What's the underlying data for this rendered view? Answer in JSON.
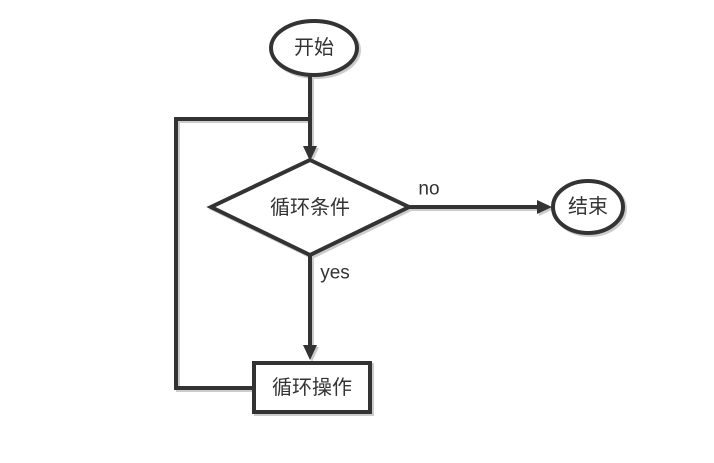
{
  "diagram": {
    "type": "flowchart",
    "background_color": "#ffffff",
    "stroke_color": "#333333",
    "text_color": "#333333",
    "shadow_color": "#cccccc",
    "nodes": [
      {
        "id": "start",
        "shape": "ellipse",
        "label": "开始"
      },
      {
        "id": "loop-condition",
        "shape": "diamond",
        "label": "循环条件"
      },
      {
        "id": "loop-operation",
        "shape": "rectangle",
        "label": "循环操作"
      },
      {
        "id": "end",
        "shape": "ellipse",
        "label": "结束"
      }
    ],
    "edges": [
      {
        "from": "start",
        "to": "loop-condition",
        "label": ""
      },
      {
        "from": "loop-condition",
        "to": "end",
        "label": "no"
      },
      {
        "from": "loop-condition",
        "to": "loop-operation",
        "label": "yes"
      },
      {
        "from": "loop-operation",
        "to": "loop-condition",
        "label": ""
      }
    ]
  }
}
